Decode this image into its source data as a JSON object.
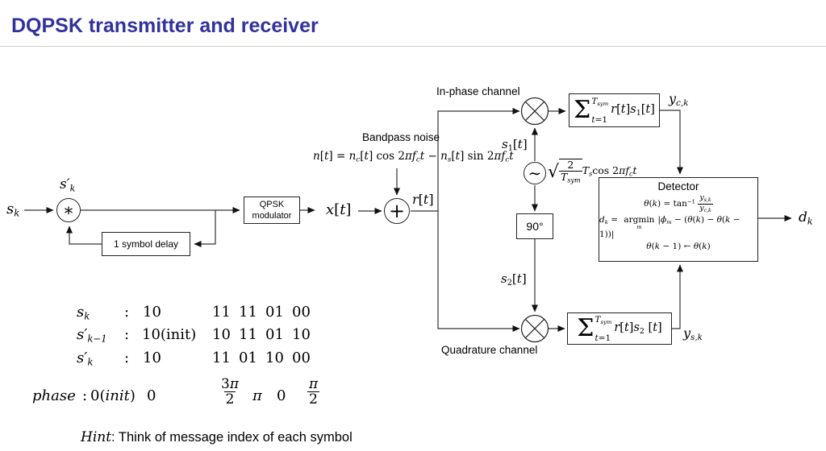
{
  "title": "DQPSK transmitter and receiver",
  "diagram": {
    "labels": {
      "sk": [
        [
          "i",
          "s"
        ],
        [
          "d",
          "k"
        ]
      ],
      "skp": [
        [
          "i",
          "s′"
        ],
        [
          "d",
          "k"
        ]
      ],
      "xt": [
        [
          "i",
          "x"
        ],
        [
          "n",
          "["
        ],
        [
          "i",
          "t"
        ],
        [
          "n",
          "]"
        ]
      ],
      "rt": [
        [
          "i",
          "r"
        ],
        [
          "n",
          "["
        ],
        [
          "i",
          "t"
        ],
        [
          "n",
          "]"
        ]
      ],
      "bandpass_noise": "Bandpass noise",
      "noise_formula": [
        [
          "i",
          "n"
        ],
        [
          "n",
          "["
        ],
        [
          "i",
          "t"
        ],
        [
          "n",
          "] = "
        ],
        [
          "i",
          "n"
        ],
        [
          "d",
          "c"
        ],
        [
          "n",
          "["
        ],
        [
          "i",
          "t"
        ],
        [
          "n",
          "] cos 2"
        ],
        [
          "i",
          "πf"
        ],
        [
          "d",
          "c"
        ],
        [
          "i",
          "t"
        ],
        [
          "n",
          " − "
        ],
        [
          "i",
          "n"
        ],
        [
          "d",
          "s"
        ],
        [
          "n",
          "["
        ],
        [
          "i",
          "t"
        ],
        [
          "n",
          "] sin 2"
        ],
        [
          "i",
          "πf"
        ],
        [
          "d",
          "c"
        ],
        [
          "i",
          "t"
        ]
      ],
      "inphase": "In-phase channel",
      "quadrature": "Quadrature channel",
      "s1t": [
        [
          "i",
          "s"
        ],
        [
          "dn",
          "1"
        ],
        [
          "n",
          "["
        ],
        [
          "i",
          "t"
        ],
        [
          "n",
          "]"
        ]
      ],
      "s2t": [
        [
          "i",
          "s"
        ],
        [
          "dn",
          "2"
        ],
        [
          "n",
          "["
        ],
        [
          "i",
          "t"
        ],
        [
          "n",
          "]"
        ]
      ],
      "osc_label": [
        [
          "rad",
          "√"
        ],
        {
          "f": [
            [
              [
                "n",
                "2"
              ]
            ],
            [
              [
                "i",
                "T"
              ],
              [
                "d",
                "sym"
              ]
            ]
          ],
          "v": true
        },
        [
          "i",
          "T"
        ],
        [
          "d",
          "s"
        ],
        [
          "n",
          "cos 2"
        ],
        [
          "i",
          "πf"
        ],
        [
          "d",
          "c"
        ],
        [
          "i",
          "t"
        ]
      ],
      "yck": [
        [
          "i",
          "y"
        ],
        [
          "d",
          "c,k"
        ]
      ],
      "ysk": [
        [
          "i",
          "y"
        ],
        [
          "d",
          "s,k"
        ]
      ],
      "dk": [
        [
          "i",
          "d"
        ],
        [
          "d",
          "k"
        ]
      ]
    },
    "boxes": {
      "qpsk_line1": "QPSK",
      "qpsk_line2": "modulator",
      "delay": "1 symbol delay",
      "ninety": "90°",
      "detector_title": "Detector",
      "detector_line1": [
        [
          "i",
          "θ"
        ],
        [
          "n",
          "("
        ],
        [
          "i",
          "k"
        ],
        [
          "n",
          ") = tan"
        ],
        [
          "u",
          "−1"
        ],
        [
          "n",
          " "
        ],
        {
          "f": [
            [
              [
                "i",
                "y"
              ],
              [
                "d",
                "s,k"
              ]
            ],
            [
              [
                "i",
                "y"
              ],
              [
                "d",
                "c,k"
              ]
            ]
          ]
        }
      ],
      "detector_line2": [
        [
          "i",
          "d"
        ],
        [
          "d",
          "k"
        ],
        [
          "n",
          " = "
        ],
        {
          "s": [
            [
              [
                "n",
                "argmin"
              ]
            ],
            [
              [
                "i",
                "m"
              ]
            ]
          ]
        },
        [
          "n",
          "|"
        ],
        [
          "i",
          "ϕ"
        ],
        [
          "d",
          "m"
        ],
        [
          "n",
          " − ("
        ],
        [
          "i",
          "θ"
        ],
        [
          "n",
          "("
        ],
        [
          "i",
          "k"
        ],
        [
          "n",
          ") − "
        ],
        [
          "i",
          "θ"
        ],
        [
          "n",
          "("
        ],
        [
          "i",
          "k"
        ],
        [
          "n",
          " − 1))|"
        ]
      ],
      "detector_line3": [
        [
          "i",
          "θ"
        ],
        [
          "n",
          "("
        ],
        [
          "i",
          "k"
        ],
        [
          "n",
          " − 1) ← "
        ],
        [
          "i",
          "θ"
        ],
        [
          "n",
          "("
        ],
        [
          "i",
          "k"
        ],
        [
          "n",
          ")"
        ]
      ]
    },
    "nodes": {
      "mult": "∗",
      "adder": "+",
      "osc": "∼"
    },
    "sum1": {
      "sigma": "Σ",
      "top": [
        [
          "i",
          "T"
        ],
        [
          "d",
          "sym"
        ]
      ],
      "bottom": [
        [
          "i",
          "t"
        ],
        [
          "n",
          "=1"
        ]
      ],
      "expr": [
        [
          "i",
          "r"
        ],
        [
          "n",
          "["
        ],
        [
          "i",
          "t"
        ],
        [
          "n",
          "]"
        ],
        [
          "i",
          "s"
        ],
        [
          "dn",
          "1"
        ],
        [
          "n",
          "["
        ],
        [
          "i",
          "t"
        ],
        [
          "n",
          "]"
        ]
      ]
    },
    "sum2": {
      "sigma": "Σ",
      "top": [
        [
          "i",
          "T"
        ],
        [
          "d",
          "sym"
        ]
      ],
      "bottom": [
        [
          "i",
          "t"
        ],
        [
          "n",
          "=1"
        ]
      ],
      "expr": [
        [
          "i",
          "r"
        ],
        [
          "n",
          "["
        ],
        [
          "i",
          "t"
        ],
        [
          "n",
          "]"
        ],
        [
          "i",
          "s"
        ],
        [
          "dn",
          "2"
        ],
        [
          "n",
          " ["
        ],
        [
          "i",
          "t"
        ],
        [
          "n",
          "]"
        ]
      ]
    }
  },
  "table": {
    "colon": ":",
    "rows": [
      {
        "label": [
          [
            "i",
            "s"
          ],
          [
            "d",
            "k"
          ]
        ],
        "init": [
          [
            "n",
            "10"
          ]
        ],
        "values": [
          "11",
          "11",
          "01",
          "00"
        ]
      },
      {
        "label": [
          [
            "i",
            "s′"
          ],
          [
            "d",
            "k−1"
          ]
        ],
        "init": [
          [
            "n",
            "10(init)"
          ]
        ],
        "values": [
          "10",
          "11",
          "01",
          "10"
        ]
      },
      {
        "label": [
          [
            "i",
            "s′"
          ],
          [
            "d",
            "k"
          ]
        ],
        "init": [
          [
            "n",
            "10"
          ]
        ],
        "values": [
          "11",
          "01",
          "10",
          "00"
        ]
      }
    ],
    "phase": {
      "label": [
        [
          "i",
          "phase"
        ]
      ],
      "init": [
        [
          "n",
          "0("
        ],
        [
          "i",
          "init"
        ],
        [
          "n",
          ")"
        ]
      ],
      "v0": "0",
      "f1": [
        {
          "f": [
            [
              [
                "n",
                "3"
              ],
              [
                "i",
                "π"
              ]
            ],
            [
              [
                "n",
                "2"
              ]
            ]
          ]
        }
      ],
      "v1": [
        [
          "i",
          "π"
        ]
      ],
      "v2": "0",
      "f2": [
        {
          "f": [
            [
              [
                "i",
                "π"
              ]
            ],
            [
              [
                "n",
                "2"
              ]
            ]
          ]
        }
      ]
    }
  },
  "hint": {
    "word": "Hint",
    "rest": ": Think of message index of each symbol"
  }
}
